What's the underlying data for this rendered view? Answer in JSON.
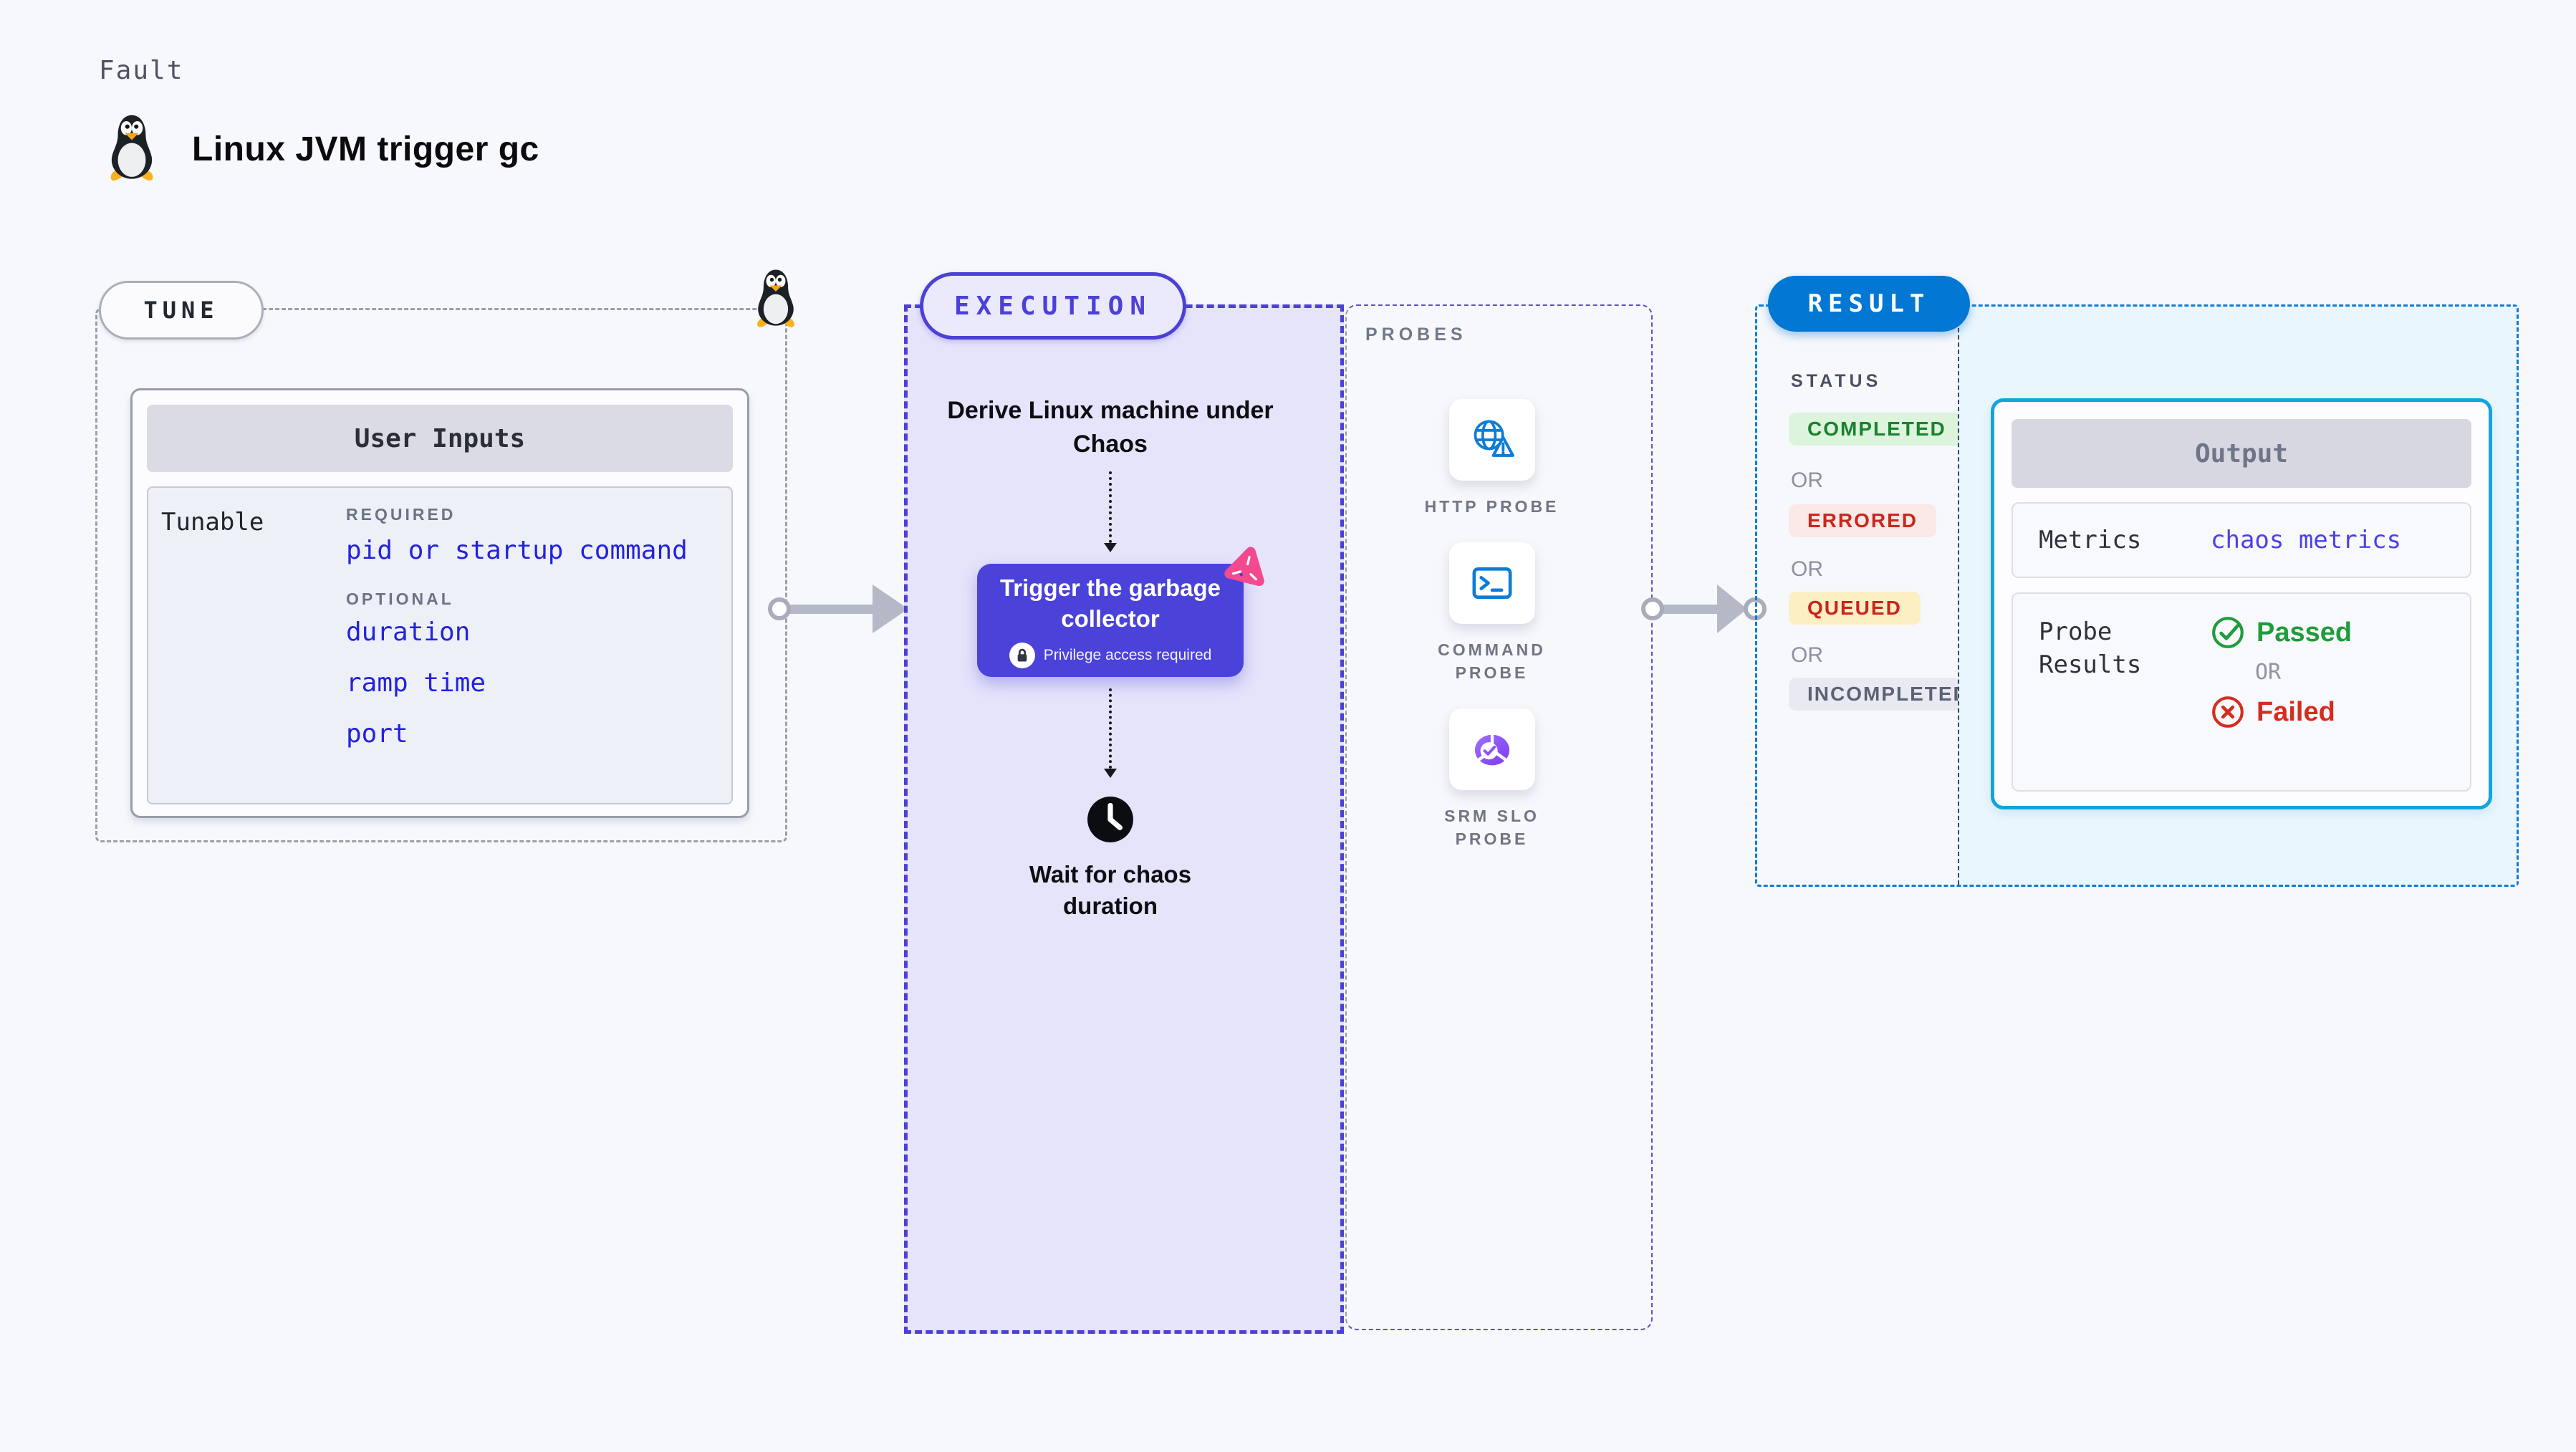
{
  "header": {
    "kicker": "Fault",
    "title": "Linux JVM trigger gc",
    "os_icon": "tux-penguin-icon"
  },
  "tune": {
    "badge": "TUNE",
    "card_title": "User Inputs",
    "row_label": "Tunable",
    "required_label": "REQUIRED",
    "required_items": [
      "pid or startup command"
    ],
    "optional_label": "OPTIONAL",
    "optional_items": [
      "duration",
      "ramp time",
      "port"
    ]
  },
  "execution": {
    "badge": "EXECUTION",
    "derive_step": "Derive Linux machine under Chaos",
    "trigger_node": "Trigger the garbage collector",
    "privilege_note": "Privilege access required",
    "wait_step": "Wait for chaos duration"
  },
  "probes": {
    "section_label": "PROBES",
    "items": [
      {
        "label": "HTTP PROBE",
        "icon": "globe-alert-icon"
      },
      {
        "label": "COMMAND PROBE",
        "icon": "terminal-icon"
      },
      {
        "label": "SRM SLO PROBE",
        "icon": "slo-donut-check-icon"
      }
    ]
  },
  "result": {
    "badge": "RESULT",
    "status_label": "STATUS",
    "or_label": "OR",
    "statuses": [
      {
        "label": "COMPLETED",
        "fg": "#1b8230",
        "bg": "#dcf3dc"
      },
      {
        "label": "ERRORED",
        "fg": "#ca271c",
        "bg": "#fbe9e7"
      },
      {
        "label": "QUEUED",
        "fg": "#ca241c",
        "bg": "#fcefc4"
      },
      {
        "label": "INCOMPLETED",
        "fg": "#5b6176",
        "bg": "#e9eaf1"
      }
    ],
    "output": {
      "title": "Output",
      "metrics_label": "Metrics",
      "metrics_value": "chaos metrics",
      "probe_results_label": "Probe Results",
      "passed_label": "Passed",
      "failed_label": "Failed"
    }
  },
  "colors": {
    "page_bg": "#f7f8fc",
    "execution_accent": "#4b41d7",
    "execution_bg": "#e5e4fb",
    "trigger_node_bg": "#4b42da",
    "chaos_burst_pink": "#f2498f",
    "tunable_link_blue": "#2322de",
    "probe_icon_blue": "#0b7cd8",
    "srm_probe_purple": "#8b52f7",
    "result_accent": "#0d7cd6",
    "result_badge_bg": "#0277d4",
    "output_border_cyan": "#14a4dc",
    "output_area_bg": "#e9f6fd",
    "passed_green": "#1f9c3b",
    "failed_red": "#d62c20"
  }
}
